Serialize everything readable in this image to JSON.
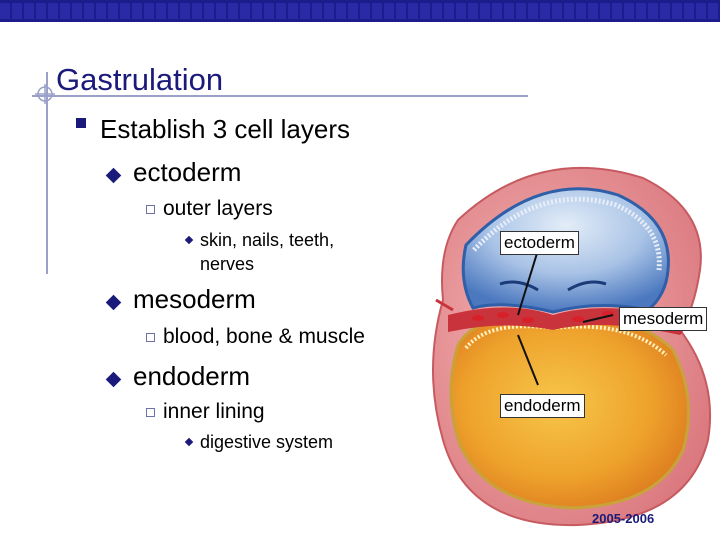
{
  "slide": {
    "title": "Gastrulation",
    "bullets": {
      "main": "Establish 3 cell layers",
      "ectoderm": "ectoderm",
      "outer_layers": "outer layers",
      "skin_nails_line1": "skin, nails, teeth,",
      "skin_nails_line2": "nerves",
      "mesoderm": "mesoderm",
      "blood_bone": "blood, bone & muscle",
      "endoderm": "endoderm",
      "inner_lining": "inner lining",
      "digestive": "digestive system"
    }
  },
  "diagram": {
    "label_ectoderm": "ectoderm",
    "label_mesoderm": "mesoderm",
    "label_endoderm": "endoderm"
  },
  "footer": {
    "year": "2005-2006"
  },
  "colors": {
    "title": "#1a1a7a",
    "header_bar": "#1c1c8c"
  }
}
